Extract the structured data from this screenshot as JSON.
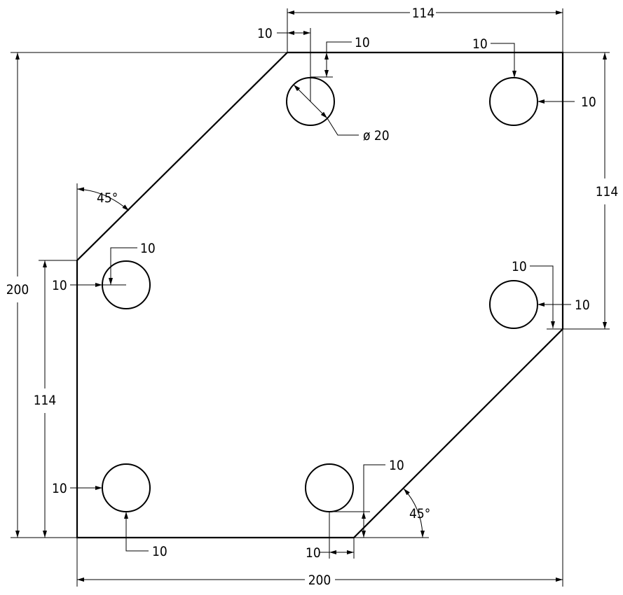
{
  "dimensions": {
    "top_width": "114",
    "overall_width": "200",
    "overall_height": "200",
    "right_height": "114",
    "left_height": "114",
    "hole_diameter": "ø 20",
    "edge_offset": "10",
    "chamfer_angle": "45°"
  }
}
